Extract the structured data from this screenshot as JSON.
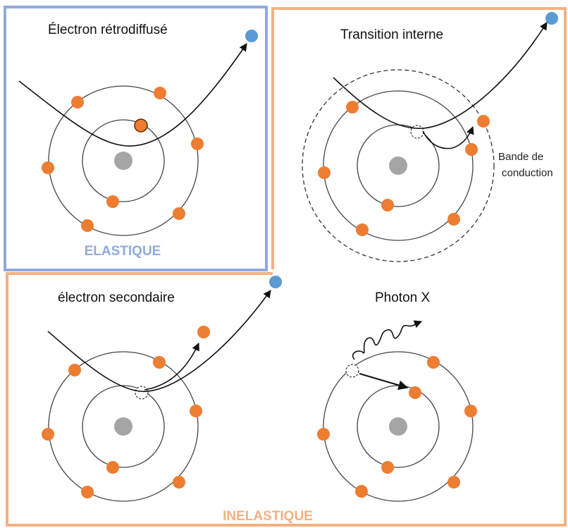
{
  "panels": {
    "backscattered": {
      "title": "Électron rétrodiffusé"
    },
    "internal_transition": {
      "title": "Transition interne",
      "band_label_line1": "Bande de",
      "band_label_line2": "conduction"
    },
    "secondary": {
      "title": "électron secondaire"
    },
    "xray": {
      "title": "Photon X"
    }
  },
  "groups": {
    "elastic": {
      "label": "ELASTIQUE",
      "color": "#8FAADC"
    },
    "inelastic": {
      "label": "INELASTIQUE",
      "color": "#F4B183"
    }
  },
  "colors": {
    "electron": "#ED7D31",
    "emitted_electron": "#5B9BD5",
    "nucleus": "#A5A5A5",
    "line": "#333333"
  }
}
